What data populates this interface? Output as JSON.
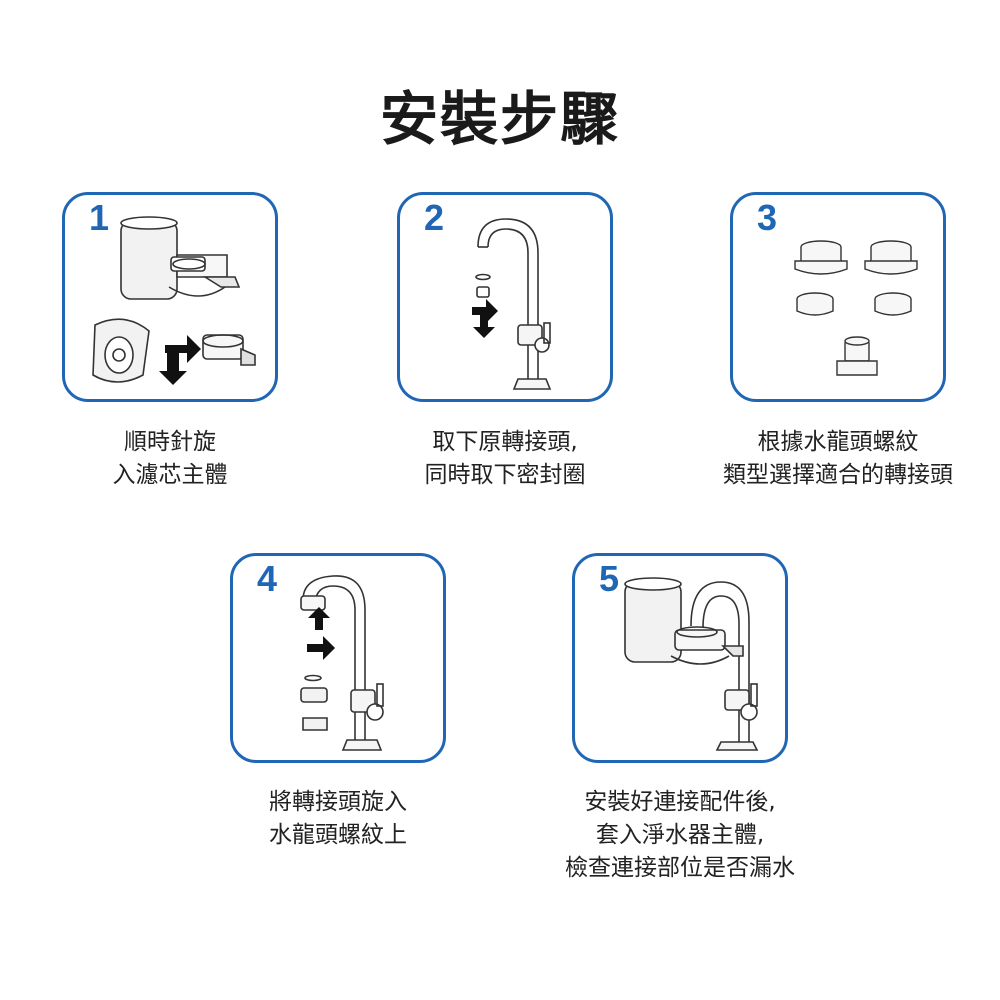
{
  "title": "安裝步驟",
  "steps": [
    {
      "number": "1",
      "lines": [
        "順時針旋",
        "入濾芯主體"
      ]
    },
    {
      "number": "2",
      "lines": [
        "取下原轉接頭,",
        "同時取下密封圈"
      ]
    },
    {
      "number": "3",
      "lines": [
        "根據水龍頭螺紋",
        "類型選擇適合的轉接頭"
      ]
    },
    {
      "number": "4",
      "lines": [
        "將轉接頭旋入",
        "水龍頭螺紋上"
      ]
    },
    {
      "number": "5",
      "lines": [
        "安裝好連接配件後,",
        "套入淨水器主體,",
        "檢查連接部位是否漏水"
      ]
    }
  ],
  "colors": {
    "accent": "#1f66b5",
    "line": "#333333"
  }
}
